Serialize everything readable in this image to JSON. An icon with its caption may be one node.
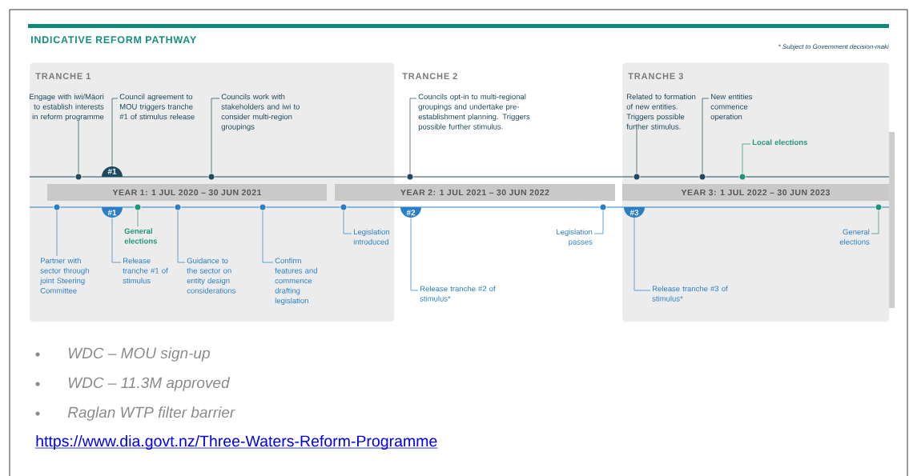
{
  "diagram": {
    "title": "INDICATIVE REFORM PATHWAY",
    "nodes": [
      {
        "text": [
          "TRANCHE 1"
        ]
      },
      {
        "text": [
          "Engage with iwi/Māori to establish interests in reform programme"
        ],
        "in": 0
      },
      {
        "text": [],
        "shape": "circle",
        "in": 0
      },
      {
        "text": [
          "Council agreement to MOU triggers tranche #1 of stimulus release"
        ],
        "in": 0
      },
      {
        "text": [
          "#1"
        ],
        "in": 0
      },
      {
        "text": [
          "Councils work with stakeholders and iwi to consider multi-region groupings"
        ],
        "in": 0
      },
      {
        "text": [],
        "shape": "circle",
        "in": 0
      },
      {
        "text": [
          "YEAR 1: 1 JUL 2020 – 30 JUN 2021"
        ],
        "in": 0
      },
      {
        "text": [
          "Partner with sector through joint Steering Committee"
        ],
        "in": 0
      },
      {
        "text": [],
        "shape": "circle",
        "in": 0
      },
      {
        "text": [
          "#1"
        ],
        "in": 0
      },
      {
        "text": [
          "Release tranche #1 of stimulus"
        ],
        "in": 0
      },
      {
        "text": [
          "General elections"
        ],
        "in": 0
      },
      {
        "text": [],
        "shape": "circle",
        "in": 0
      },
      {
        "text": [
          "Guidance to the sector on entity design considerations"
        ],
        "in": 0
      },
      {
        "text": [],
        "shape": "circle",
        "in": 0
      },
      {
        "text": [
          "Confirm features and commence drafting legislation"
        ],
        "in": 0
      },
      {
        "text": [],
        "shape": "circle",
        "in": 0
      },
      {
        "text": [
          "Legislation introduced"
        ],
        "in": 0
      },
      {
        "text": [],
        "shape": "circle",
        "in": 0
      },
      {
        "text": [
          "Councils opt-in to multi-regional groupings and undertake pre-establishment planning. Triggers possible further stimulus."
        ]
      },
      {
        "text": [],
        "shape": "circle"
      },
      {
        "text": [
          "YEAR 2: 1 JUL 2021 – 30 JUN 2022"
        ]
      },
      {
        "text": [
          "#2"
        ]
      },
      {
        "text": [
          "Release tranche #2 of stimulus*"
        ]
      },
      {
        "text": [
          "Legislation passes"
        ]
      },
      {
        "text": [],
        "shape": "circle"
      },
      {
        "text": [
          "TRANCHE 3"
        ]
      },
      {
        "text": [
          "Related to formation of new entities. Triggers possible further stimulus."
        ],
        "in": 27
      },
      {
        "text": [],
        "shape": "circle",
        "in": 27
      },
      {
        "text": [
          "New entities commence operation"
        ],
        "in": 27
      },
      {
        "text": [],
        "shape": "circle",
        "in": 27
      },
      {
        "text": [
          "Local elections"
        ],
        "in": 27
      },
      {
        "text": [],
        "shape": "circle",
        "in": 27
      },
      {
        "text": [
          "YEAR 3: 1 JUL 2022 – 30 JUN 2023"
        ],
        "in": 27
      },
      {
        "text": [
          "#3"
        ],
        "in": 27
      },
      {
        "text": [
          "Release tranche #3 of stimulus*"
        ],
        "in": 27
      },
      {
        "text": [
          "General elections"
        ],
        "in": 27
      },
      {
        "text": [],
        "shape": "circle",
        "in": 27
      }
    ],
    "edges": [
      {
        "from": 1,
        "to": 2,
        "arrow": "none",
        "color": "#1d4a5e"
      },
      {
        "from": 3,
        "to": 4,
        "arrow": "none",
        "color": "#1d4a5e"
      },
      {
        "from": 5,
        "to": 6,
        "arrow": "none",
        "color": "#1d4a5e"
      },
      {
        "from": 8,
        "to": 9,
        "arrow": "none"
      },
      {
        "from": 11,
        "to": 10,
        "arrow": "none"
      },
      {
        "from": 12,
        "to": 13,
        "arrow": "none",
        "color": "#1e9478"
      },
      {
        "from": 14,
        "to": 15,
        "arrow": "none"
      },
      {
        "from": 16,
        "to": 17,
        "arrow": "none"
      },
      {
        "from": 18,
        "to": 19,
        "arrow": "none"
      },
      {
        "from": 20,
        "to": 21,
        "arrow": "none",
        "color": "#1d4a5e"
      },
      {
        "from": 24,
        "to": 23,
        "arrow": "none"
      },
      {
        "from": 25,
        "to": 26,
        "arrow": "none"
      },
      {
        "from": 28,
        "to": 29,
        "arrow": "none",
        "color": "#1d4a5e"
      },
      {
        "from": 30,
        "to": 31,
        "arrow": "none",
        "color": "#1d4a5e"
      },
      {
        "from": 32,
        "to": 33,
        "arrow": "none",
        "color": "#1e9478"
      },
      {
        "from": 36,
        "to": 35,
        "arrow": "none"
      },
      {
        "from": 37,
        "to": 38,
        "arrow": "none",
        "color": "#1e9478"
      }
    ],
    "labels": [
      "* Subject to Government decision-maki",
      "TRANCHE 2",
      "WDC – MOU sign-up",
      "WDC – 11.3M approved",
      "Raglan WTP filter barrier",
      "https://www.dia.govt.nz/Three-Waters-Reform-Programme"
    ]
  }
}
